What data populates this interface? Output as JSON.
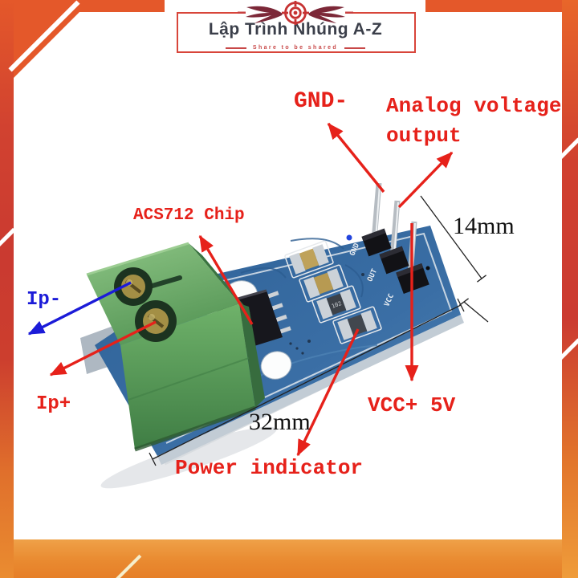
{
  "header": {
    "brand": "Lập Trình Nhúng A-Z",
    "tagline": "Share to be shared"
  },
  "annotations": {
    "gnd": "GND-",
    "analog_voltage_line1": "Analog voltage",
    "analog_voltage_line2": "output",
    "acs712_chip": "ACS712 Chip",
    "vcc": "VCC+ 5V",
    "power_indicator": "Power indicator",
    "ip_minus": "Ip-",
    "ip_plus": "Ip+"
  },
  "dimensions": {
    "board_width": "14mm",
    "board_length": "32mm"
  },
  "pcb_silkscreen": {
    "pin1": "GND",
    "pin2": "OUT",
    "pin3": "VCC",
    "resistor": "102"
  },
  "colors": {
    "annotation_red": "#e6211a",
    "annotation_blue": "#1b1bd8",
    "frame_orange": "#e4582a",
    "frame_red": "#cb3a30",
    "pcb_blue": "#3a6ea5",
    "terminal_green": "#5a9a58",
    "logo_maroon": "#7c2838"
  }
}
